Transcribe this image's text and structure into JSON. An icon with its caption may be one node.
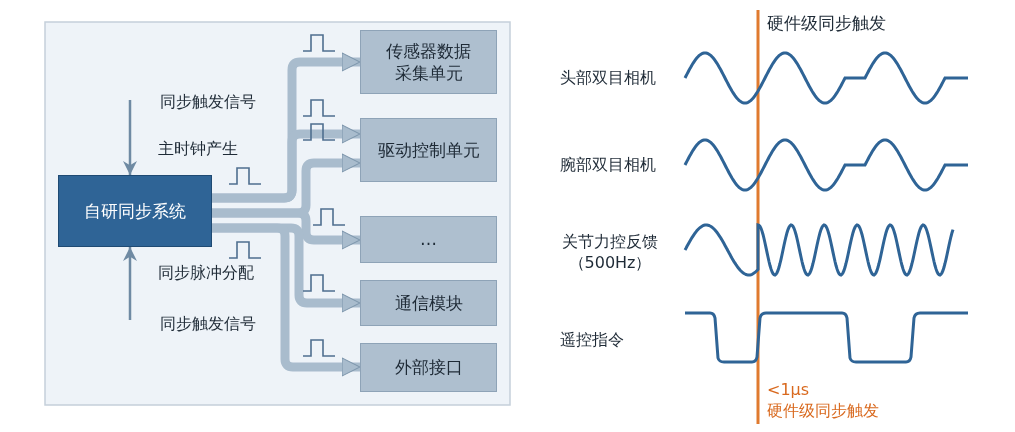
{
  "diagram": {
    "nodes": [
      {
        "text": [
          "自研同步系统"
        ]
      },
      {
        "text": [
          "传感器数据采集单元"
        ]
      },
      {
        "text": [
          "驱动控制单元"
        ]
      },
      {
        "text": [
          "…"
        ]
      },
      {
        "text": [
          "通信模块"
        ]
      },
      {
        "text": [
          "外部接口"
        ]
      }
    ],
    "edges": [
      {
        "from": 0,
        "to": 1,
        "arrow": "to"
      },
      {
        "from": 0,
        "to": 2,
        "arrow": "to"
      },
      {
        "from": 0,
        "to": 2,
        "arrow": "to"
      },
      {
        "from": 0,
        "to": 3,
        "arrow": "to"
      },
      {
        "from": 0,
        "to": 4,
        "arrow": "to"
      },
      {
        "from": 0,
        "to": 5,
        "arrow": "to"
      },
      {
        "from": null,
        "to": 0,
        "arrow": "to"
      },
      {
        "from": null,
        "to": 0,
        "arrow": "to"
      }
    ],
    "labels": [
      "同步触发信号",
      "主时钟产生",
      "同步脉冲分配",
      "同步触发信号",
      "硬件级同步触发",
      "头部双目相机",
      "腕部双目相机",
      "关节力控反馈（500Hz）",
      "遥控指令",
      "<1μs",
      "硬件级同步触发"
    ]
  }
}
